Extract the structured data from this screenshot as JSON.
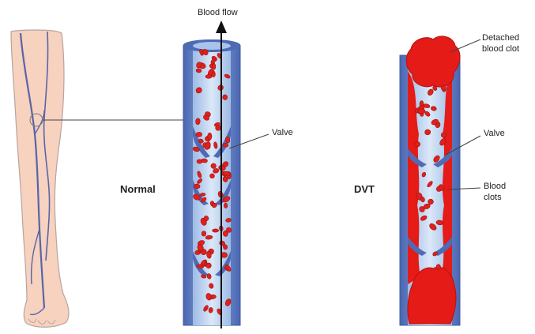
{
  "labels": {
    "blood_flow": "Blood flow",
    "normal": "Normal",
    "dvt": "DVT",
    "valve_normal": "Valve",
    "valve_dvt": "Valve",
    "detached_line1": "Detached",
    "detached_line2": "blood clot",
    "clots_line1": "Blood",
    "clots_line2": "clots"
  },
  "colors": {
    "vein_wall": "#6b86c8",
    "vein_lumen": "#c2d8f2",
    "blood_cell": "#e0201c",
    "clot": "#e41b17",
    "skin": "#f6d2bf",
    "leg_vein": "#5a64a8"
  },
  "icons": {
    "arrow": "up-arrow-icon"
  }
}
